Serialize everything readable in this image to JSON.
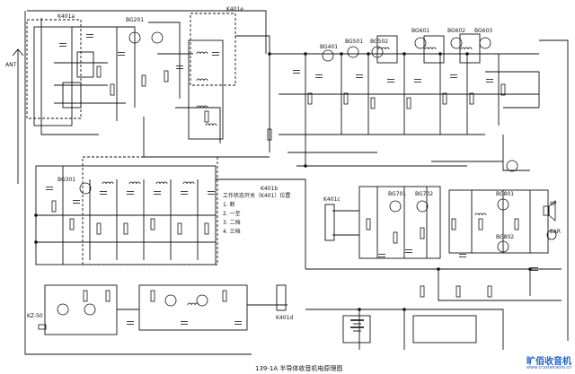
{
  "diagram": {
    "caption": "139-1A 半导体收音机电原理图",
    "band_legend": {
      "title": "工作状态开关（K401）位置",
      "items": [
        "1.  断",
        "2.  一至",
        "3.  二档",
        "4.  三档"
      ]
    },
    "labels": {
      "ant": "ANT",
      "k401a": "K401a",
      "k401b": "K401b",
      "k401c": "K401c",
      "k401d": "K401d",
      "k401e": "K401e",
      "bg201": "BG201",
      "bg301": "BG301",
      "bg401": "BG401",
      "bg501": "BG501",
      "bg502": "BG502",
      "bg601": "BG601",
      "bg602": "BG602",
      "bg603": "BG603",
      "bg701": "BG701",
      "bg702": "BG702",
      "bg801": "BG801",
      "bg802": "BG802",
      "kz": "KZ-50",
      "sp": "SP",
      "ear": "EAR"
    }
  },
  "watermark": {
    "cn": "旷佰收音机",
    "url": "www.crystalradio.cn"
  }
}
